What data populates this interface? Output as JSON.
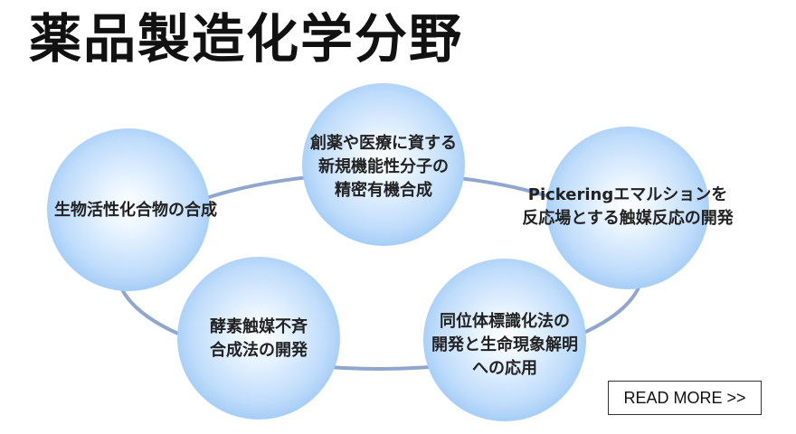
{
  "title": "薬品製造化学分野",
  "colors": {
    "ring": "#8fa7cf",
    "accent": "#6ea9ec"
  },
  "nodes": [
    {
      "label": "創薬や医療に資する\n新規機能性分子の\n精密有機合成"
    },
    {
      "label": "生物活性化合物の合成"
    },
    {
      "label": "Pickeringエマルションを\n反応場とする触媒反応の開発"
    },
    {
      "label": "酵素触媒不斉\n合成法の開発"
    },
    {
      "label": "同位体標識化法の\n開発と生命現象解明\nへの応用"
    }
  ],
  "read_more": "READ MORE >>"
}
